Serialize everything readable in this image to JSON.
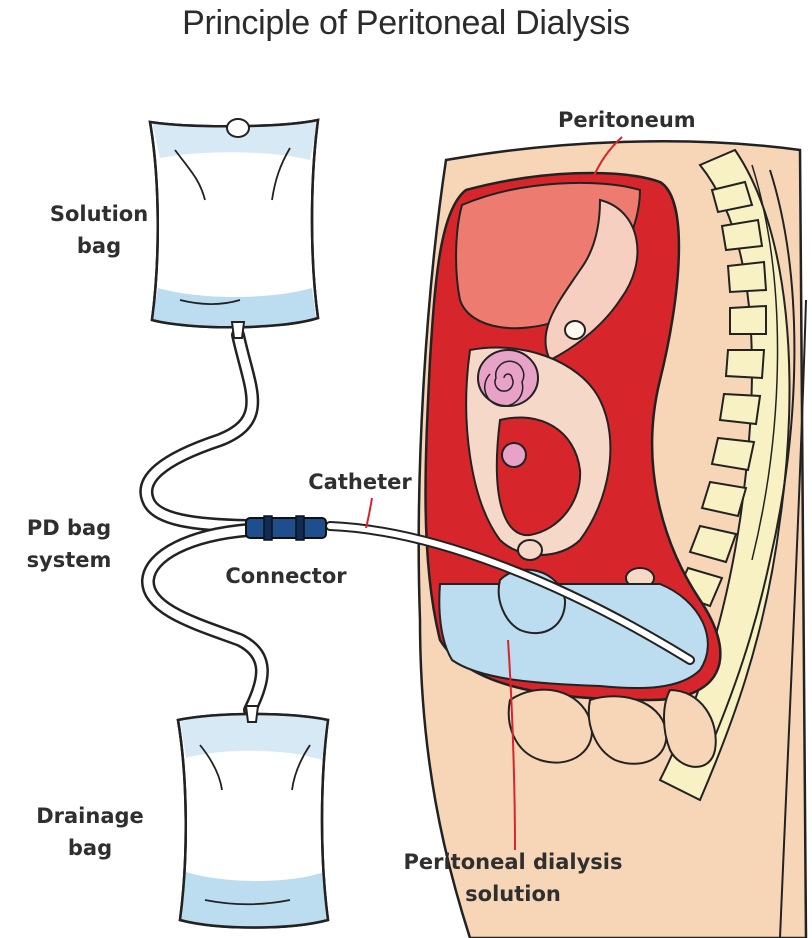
{
  "title": "Principle of Peritoneal Dialysis",
  "labels": {
    "solution_bag": [
      "Solution",
      "bag"
    ],
    "pd_bag_system": [
      "PD bag",
      "system"
    ],
    "drainage_bag": [
      "Drainage",
      "bag"
    ],
    "peritoneum": "Peritoneum",
    "catheter": "Catheter",
    "connector": "Connector",
    "pd_solution": [
      "Peritoneal dialysis",
      "solution"
    ]
  },
  "colors": {
    "bag_fluid": "#bcdcf0",
    "peritoneum_red": "#d7262b",
    "skin": "#f7d6b8",
    "organ_pink": "#ee7b70",
    "spine_bone": "#f8f1c4",
    "connector_blue": "#1e4e8c"
  }
}
